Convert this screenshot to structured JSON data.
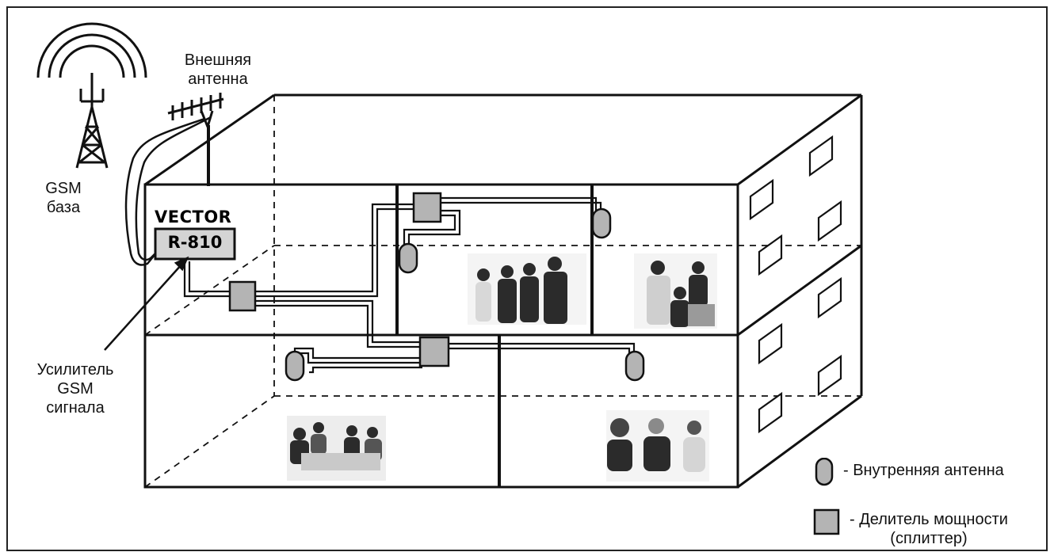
{
  "labels": {
    "external_antenna_line1": "Внешняя",
    "external_antenna_line2": "антенна",
    "gsm_base_line1": "GSM",
    "gsm_base_line2": "база",
    "amplifier_line1": "Усилитель",
    "amplifier_line2": "GSM",
    "amplifier_line3": "сигнала"
  },
  "device": {
    "brand": "VECTOR",
    "model": "R-810"
  },
  "legend": {
    "internal_antenna": "- Внутренняя антенна",
    "splitter_line1": "- Делитель мощности",
    "splitter_line2": "(сплиттер)"
  },
  "colors": {
    "line": "#111111",
    "component_fill": "#b4b4b4",
    "device_fill": "#d4d4d4"
  }
}
